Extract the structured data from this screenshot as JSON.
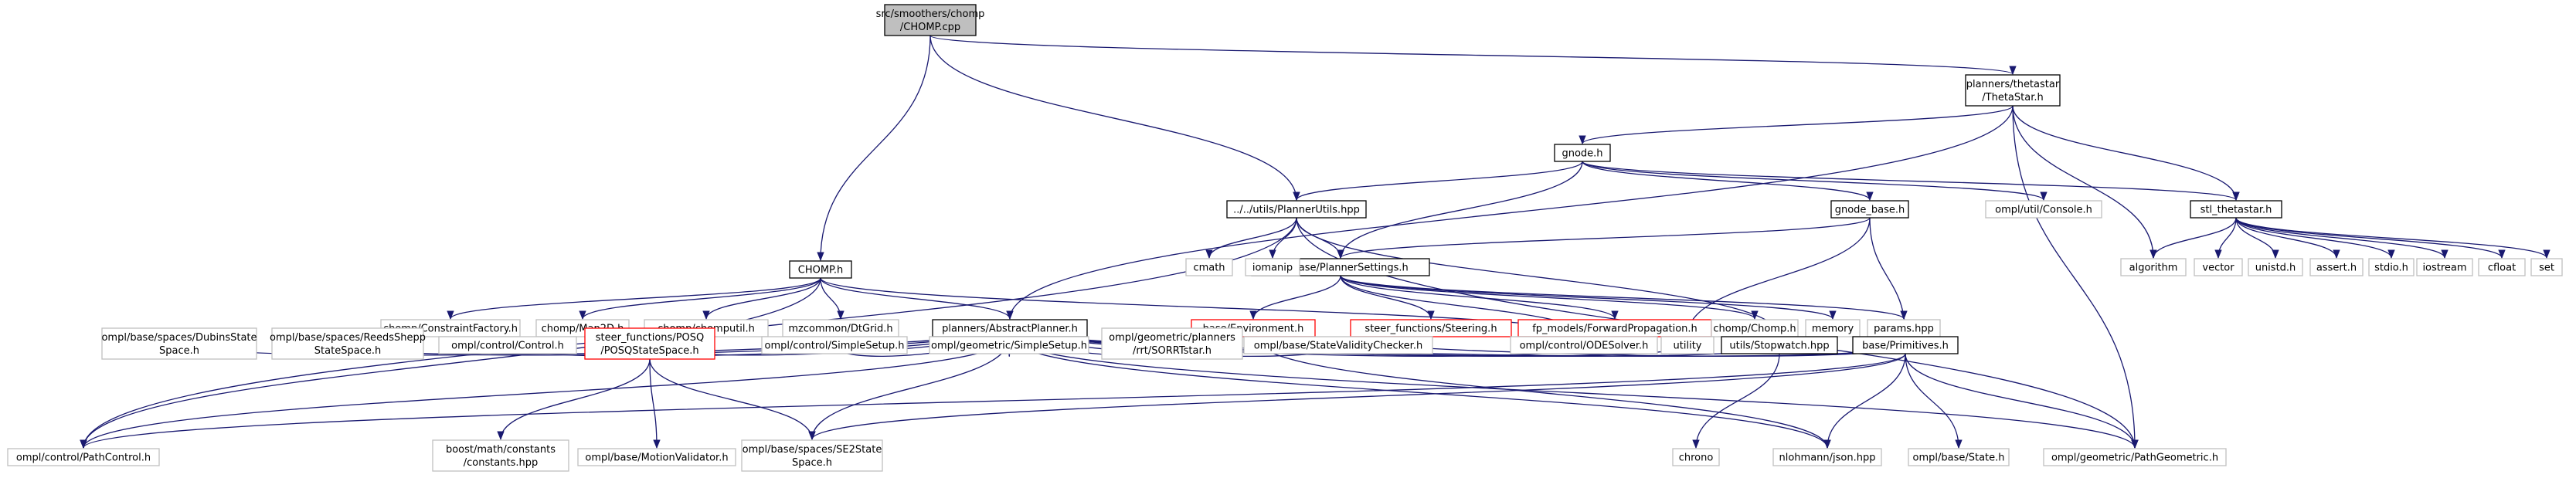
{
  "graph": {
    "edge_color": "#191970",
    "colors": {
      "root_fill": "#bfbfbf",
      "linked_border": "#000000",
      "missing_border": "#bfbfbf",
      "error_border": "#ff0000"
    },
    "nodes": [
      {
        "id": "chomp_cpp",
        "lines": [
          "src/smoothers/chomp",
          "/CHOMP.cpp"
        ],
        "kind": "root"
      },
      {
        "id": "thetastar_h",
        "lines": [
          "planners/thetastar",
          "/ThetaStar.h"
        ],
        "kind": "linked"
      },
      {
        "id": "chomp_h",
        "lines": [
          "CHOMP.h"
        ],
        "kind": "linked"
      },
      {
        "id": "planner_utils",
        "lines": [
          "../../utils/PlannerUtils.hpp"
        ],
        "kind": "linked"
      },
      {
        "id": "gnode_h",
        "lines": [
          "gnode.h"
        ],
        "kind": "linked"
      },
      {
        "id": "gnode_base",
        "lines": [
          "gnode_base.h"
        ],
        "kind": "linked"
      },
      {
        "id": "ompl_console",
        "lines": [
          "ompl/util/Console.h"
        ],
        "kind": "missing"
      },
      {
        "id": "stl_thetastar",
        "lines": [
          "stl_thetastar.h"
        ],
        "kind": "linked"
      },
      {
        "id": "planner_settings",
        "lines": [
          "../../base/PlannerSettings.h"
        ],
        "kind": "linked"
      },
      {
        "id": "cmath",
        "lines": [
          "cmath"
        ],
        "kind": "missing"
      },
      {
        "id": "iomanip",
        "lines": [
          "iomanip"
        ],
        "kind": "missing"
      },
      {
        "id": "algorithm",
        "lines": [
          "algorithm"
        ],
        "kind": "missing"
      },
      {
        "id": "vector",
        "lines": [
          "vector"
        ],
        "kind": "missing"
      },
      {
        "id": "unistd",
        "lines": [
          "unistd.h"
        ],
        "kind": "missing"
      },
      {
        "id": "assert",
        "lines": [
          "assert.h"
        ],
        "kind": "missing"
      },
      {
        "id": "stdio",
        "lines": [
          "stdio.h"
        ],
        "kind": "missing"
      },
      {
        "id": "iostream",
        "lines": [
          "iostream"
        ],
        "kind": "missing"
      },
      {
        "id": "cfloat",
        "lines": [
          "cfloat"
        ],
        "kind": "missing"
      },
      {
        "id": "set",
        "lines": [
          "set"
        ],
        "kind": "missing"
      },
      {
        "id": "constraint_factory",
        "lines": [
          "chomp/ConstraintFactory.h"
        ],
        "kind": "missing"
      },
      {
        "id": "map2d",
        "lines": [
          "chomp/Map2D.h"
        ],
        "kind": "missing"
      },
      {
        "id": "chomputil",
        "lines": [
          "chomp/chomputil.h"
        ],
        "kind": "missing"
      },
      {
        "id": "dtgrid",
        "lines": [
          "mzcommon/DtGrid.h"
        ],
        "kind": "missing"
      },
      {
        "id": "abstract_planner",
        "lines": [
          "planners/AbstractPlanner.h"
        ],
        "kind": "linked"
      },
      {
        "id": "environment",
        "lines": [
          "base/Environment.h"
        ],
        "kind": "error"
      },
      {
        "id": "steering",
        "lines": [
          "steer_functions/Steering.h"
        ],
        "kind": "error"
      },
      {
        "id": "forward_prop",
        "lines": [
          "fp_models/ForwardPropagation.h"
        ],
        "kind": "error"
      },
      {
        "id": "chomp_chomp",
        "lines": [
          "chomp/Chomp.h"
        ],
        "kind": "missing"
      },
      {
        "id": "memory",
        "lines": [
          "memory"
        ],
        "kind": "missing"
      },
      {
        "id": "params",
        "lines": [
          "params.hpp"
        ],
        "kind": "missing"
      },
      {
        "id": "dubins",
        "lines": [
          "ompl/base/spaces/DubinsState",
          "Space.h"
        ],
        "kind": "missing"
      },
      {
        "id": "reeds",
        "lines": [
          "ompl/base/spaces/ReedsShepp",
          "StateSpace.h"
        ],
        "kind": "missing"
      },
      {
        "id": "control_h",
        "lines": [
          "ompl/control/Control.h"
        ],
        "kind": "missing"
      },
      {
        "id": "posq",
        "lines": [
          "steer_functions/POSQ",
          "/POSQStateSpace.h"
        ],
        "kind": "error"
      },
      {
        "id": "simple_setup_c",
        "lines": [
          "ompl/control/SimpleSetup.h"
        ],
        "kind": "missing"
      },
      {
        "id": "simple_setup_g",
        "lines": [
          "ompl/geometric/SimpleSetup.h"
        ],
        "kind": "missing"
      },
      {
        "id": "sorrt",
        "lines": [
          "ompl/geometric/planners",
          "/rrt/SORRTstar.h"
        ],
        "kind": "missing"
      },
      {
        "id": "validity",
        "lines": [
          "ompl/base/StateValidityChecker.h"
        ],
        "kind": "missing"
      },
      {
        "id": "odesolver",
        "lines": [
          "ompl/control/ODESolver.h"
        ],
        "kind": "missing"
      },
      {
        "id": "utility",
        "lines": [
          "utility"
        ],
        "kind": "missing"
      },
      {
        "id": "stopwatch",
        "lines": [
          "utils/Stopwatch.hpp"
        ],
        "kind": "linked"
      },
      {
        "id": "primitives",
        "lines": [
          "base/Primitives.h"
        ],
        "kind": "linked"
      },
      {
        "id": "path_control",
        "lines": [
          "ompl/control/PathControl.h"
        ],
        "kind": "missing"
      },
      {
        "id": "boost_constants",
        "lines": [
          "boost/math/constants",
          "/constants.hpp"
        ],
        "kind": "missing"
      },
      {
        "id": "motion_validator",
        "lines": [
          "ompl/base/MotionValidator.h"
        ],
        "kind": "missing"
      },
      {
        "id": "se2",
        "lines": [
          "ompl/base/spaces/SE2State",
          "Space.h"
        ],
        "kind": "missing"
      },
      {
        "id": "chrono",
        "lines": [
          "chrono"
        ],
        "kind": "missing"
      },
      {
        "id": "json",
        "lines": [
          "nlohmann/json.hpp"
        ],
        "kind": "missing"
      },
      {
        "id": "state_h",
        "lines": [
          "ompl/base/State.h"
        ],
        "kind": "missing"
      },
      {
        "id": "path_geometric",
        "lines": [
          "ompl/geometric/PathGeometric.h"
        ],
        "kind": "missing"
      }
    ],
    "edges": [
      [
        "chomp_cpp",
        "thetastar_h"
      ],
      [
        "chomp_cpp",
        "chomp_h"
      ],
      [
        "chomp_cpp",
        "planner_utils"
      ],
      [
        "thetastar_h",
        "gnode_h"
      ],
      [
        "thetastar_h",
        "abstract_planner"
      ],
      [
        "thetastar_h",
        "algorithm"
      ],
      [
        "thetastar_h",
        "stl_thetastar"
      ],
      [
        "thetastar_h",
        "path_geometric"
      ],
      [
        "gnode_h",
        "planner_utils"
      ],
      [
        "gnode_h",
        "gnode_base"
      ],
      [
        "gnode_h",
        "ompl_console"
      ],
      [
        "gnode_h",
        "stl_thetastar"
      ],
      [
        "gnode_h",
        "planner_settings"
      ],
      [
        "gnode_base",
        "planner_settings"
      ],
      [
        "gnode_base",
        "utility"
      ],
      [
        "gnode_base",
        "primitives"
      ],
      [
        "planner_utils",
        "path_control"
      ],
      [
        "planner_utils",
        "cmath"
      ],
      [
        "planner_utils",
        "iomanip"
      ],
      [
        "planner_utils",
        "planner_settings"
      ],
      [
        "planner_utils",
        "stopwatch"
      ],
      [
        "planner_utils",
        "path_geometric"
      ],
      [
        "stl_thetastar",
        "algorithm"
      ],
      [
        "stl_thetastar",
        "vector"
      ],
      [
        "stl_thetastar",
        "unistd"
      ],
      [
        "stl_thetastar",
        "assert"
      ],
      [
        "stl_thetastar",
        "stdio"
      ],
      [
        "stl_thetastar",
        "iostream"
      ],
      [
        "stl_thetastar",
        "cfloat"
      ],
      [
        "stl_thetastar",
        "set"
      ],
      [
        "chomp_h",
        "constraint_factory"
      ],
      [
        "chomp_h",
        "map2d"
      ],
      [
        "chomp_h",
        "chomputil"
      ],
      [
        "chomp_h",
        "dtgrid"
      ],
      [
        "chomp_h",
        "abstract_planner"
      ],
      [
        "chomp_h",
        "odesolver"
      ],
      [
        "chomp_h",
        "path_control"
      ],
      [
        "planner_settings",
        "environment"
      ],
      [
        "planner_settings",
        "steering"
      ],
      [
        "planner_settings",
        "forward_prop"
      ],
      [
        "planner_settings",
        "chomp_chomp"
      ],
      [
        "planner_settings",
        "memory"
      ],
      [
        "planner_settings",
        "params"
      ],
      [
        "planner_settings",
        "odesolver"
      ],
      [
        "abstract_planner",
        "dubins"
      ],
      [
        "abstract_planner",
        "reeds"
      ],
      [
        "abstract_planner",
        "control_h"
      ],
      [
        "abstract_planner",
        "posq"
      ],
      [
        "abstract_planner",
        "simple_setup_c"
      ],
      [
        "abstract_planner",
        "simple_setup_g"
      ],
      [
        "abstract_planner",
        "sorrt"
      ],
      [
        "abstract_planner",
        "validity"
      ],
      [
        "abstract_planner",
        "odesolver"
      ],
      [
        "abstract_planner",
        "utility"
      ],
      [
        "abstract_planner",
        "stopwatch"
      ],
      [
        "abstract_planner",
        "primitives"
      ],
      [
        "abstract_planner",
        "path_control"
      ],
      [
        "abstract_planner",
        "se2"
      ],
      [
        "abstract_planner",
        "json"
      ],
      [
        "abstract_planner",
        "path_geometric"
      ],
      [
        "environment",
        "primitives"
      ],
      [
        "environment",
        "json"
      ],
      [
        "posq",
        "boost_constants"
      ],
      [
        "posq",
        "motion_validator"
      ],
      [
        "posq",
        "se2"
      ],
      [
        "stopwatch",
        "chrono"
      ],
      [
        "primitives",
        "path_control"
      ],
      [
        "primitives",
        "se2"
      ],
      [
        "primitives",
        "json"
      ],
      [
        "primitives",
        "state_h"
      ],
      [
        "primitives",
        "path_geometric"
      ]
    ]
  }
}
